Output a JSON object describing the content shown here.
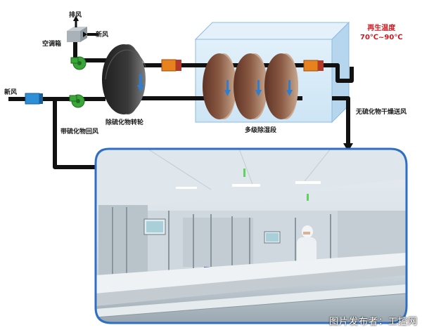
{
  "labels": {
    "exhaust": "排风",
    "fresh_air_top": "新风",
    "ac_box": "空调箱",
    "fresh_air_left": "新风",
    "return_air": "带硫化物回风",
    "desulfur_wheel": "除硫化物转轮",
    "multi_stage": "多级除湿段",
    "dry_supply": "无硫化物干燥送风"
  },
  "regen": {
    "title": "再生温度",
    "range": "70℃~90℃"
  },
  "watermark": "图片发布者：工控网",
  "colors": {
    "pipe": "#111111",
    "box_fill": "#cfe6f6",
    "box_edge": "#7fb2d6",
    "fan": "#3aa63a",
    "heater_orange": "#e8821e",
    "heater_red": "#b33a2a",
    "filter_blue": "#2f8fd6",
    "wheel_dark": "#2b2b2b",
    "wheel_brown": "#7a4d3a",
    "arrow": "#2f7fd0",
    "accent_red": "#d0191f",
    "photo_frame": "#2e6fc4"
  }
}
